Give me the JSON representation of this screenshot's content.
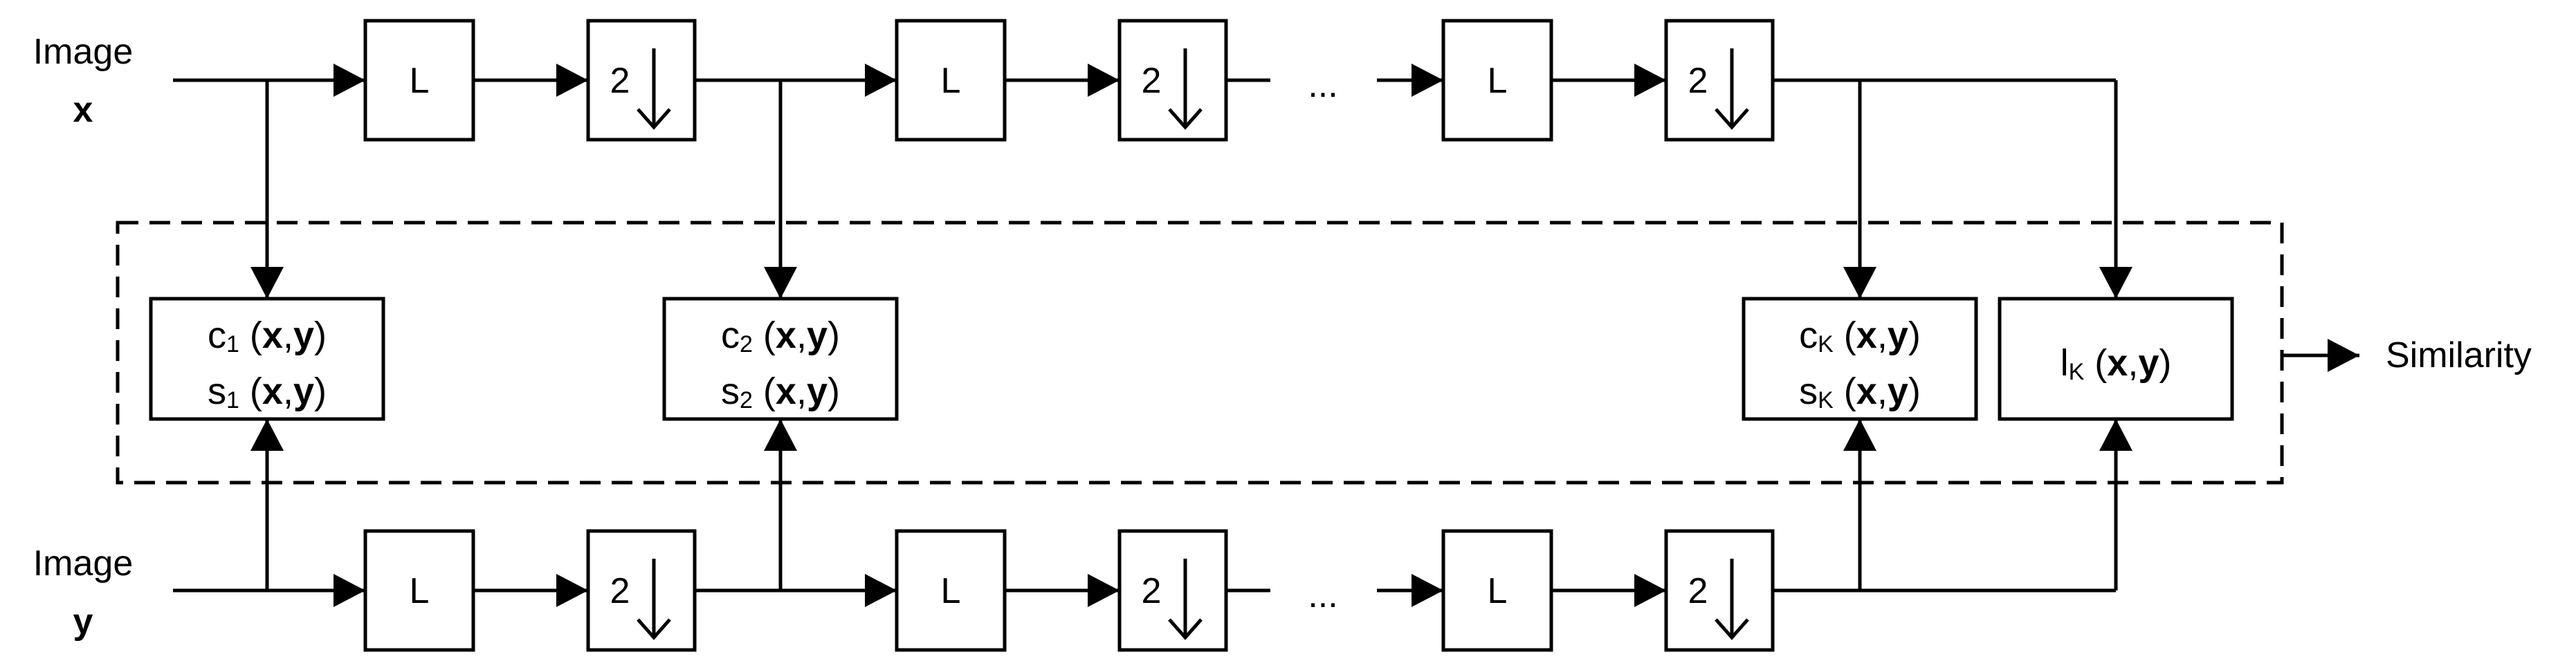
{
  "inputs": {
    "x": {
      "word": "Image",
      "var": "x"
    },
    "y": {
      "word": "Image",
      "var": "y"
    }
  },
  "chain": {
    "lowpass_label": "L",
    "downsample_label": "2",
    "downsample_icon": "down-arrow-icon",
    "ellipsis": "..."
  },
  "comparators": [
    {
      "id": "1",
      "c": "c",
      "s": "s",
      "sub": "1",
      "args": [
        "x",
        ",",
        "y"
      ]
    },
    {
      "id": "2",
      "c": "c",
      "s": "s",
      "sub": "2",
      "args": [
        "x",
        ",",
        "y"
      ]
    },
    {
      "id": "K",
      "c": "c",
      "s": "s",
      "sub": "K",
      "args": [
        "x",
        ",",
        "y"
      ]
    }
  ],
  "luminance": {
    "l": "l",
    "sub": "K",
    "args": [
      "x",
      ",",
      "y"
    ]
  },
  "output": {
    "label": "Similarity"
  }
}
